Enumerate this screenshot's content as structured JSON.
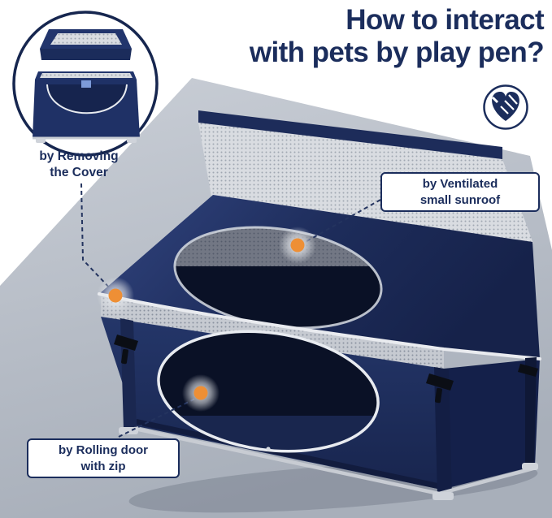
{
  "title": {
    "line1": "How to interact",
    "line2": "with pets by play pen?"
  },
  "callouts": {
    "cover": {
      "line1": "by Removing",
      "line2": "the Cover"
    },
    "sunroof": {
      "line1": "by Ventilated",
      "line2": "small sunroof"
    },
    "door": {
      "line1": "by Rolling door",
      "line2": "with zip"
    }
  },
  "icons": {
    "care_badge": "hands-heart-icon",
    "hotspot": "orange-dot-marker",
    "inset": "playpen-with-cover-thumbnail"
  },
  "colors": {
    "navy_text": "#1b2d5c",
    "product_navy": "#1f3064",
    "product_dark": "#0a1126",
    "orange": "#ee8f35",
    "background_gray": "#b7bdc7",
    "mesh_gray": "#d9dce1",
    "trim_white": "#e9ebef"
  }
}
